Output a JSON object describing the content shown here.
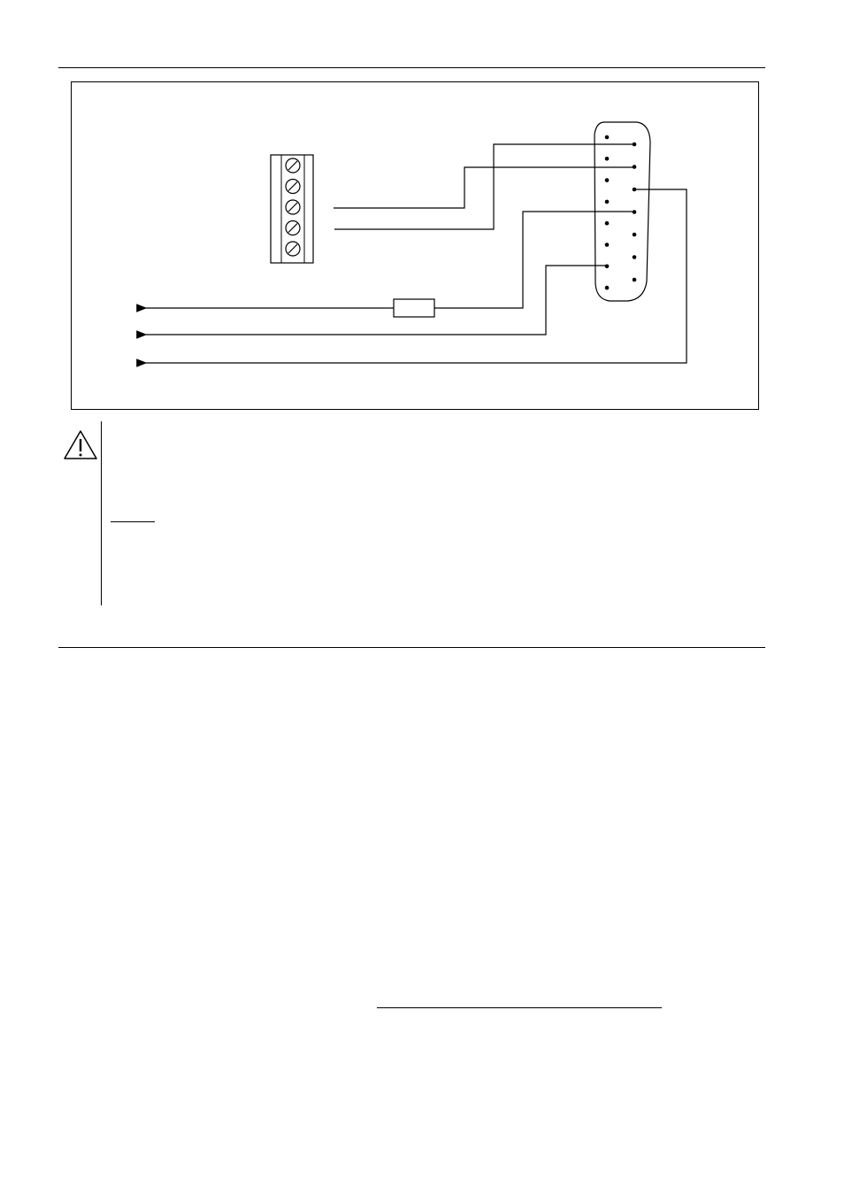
{
  "diagram": {
    "connector_pins_left_column": 8,
    "connector_pins_right_column": 7,
    "terminal_block_screws": 5,
    "output_arrows": 3,
    "has_fuse": true
  },
  "icons": {
    "caution": "warning-triangle-icon"
  },
  "colors": {
    "line": "#000000",
    "background": "#ffffff"
  }
}
